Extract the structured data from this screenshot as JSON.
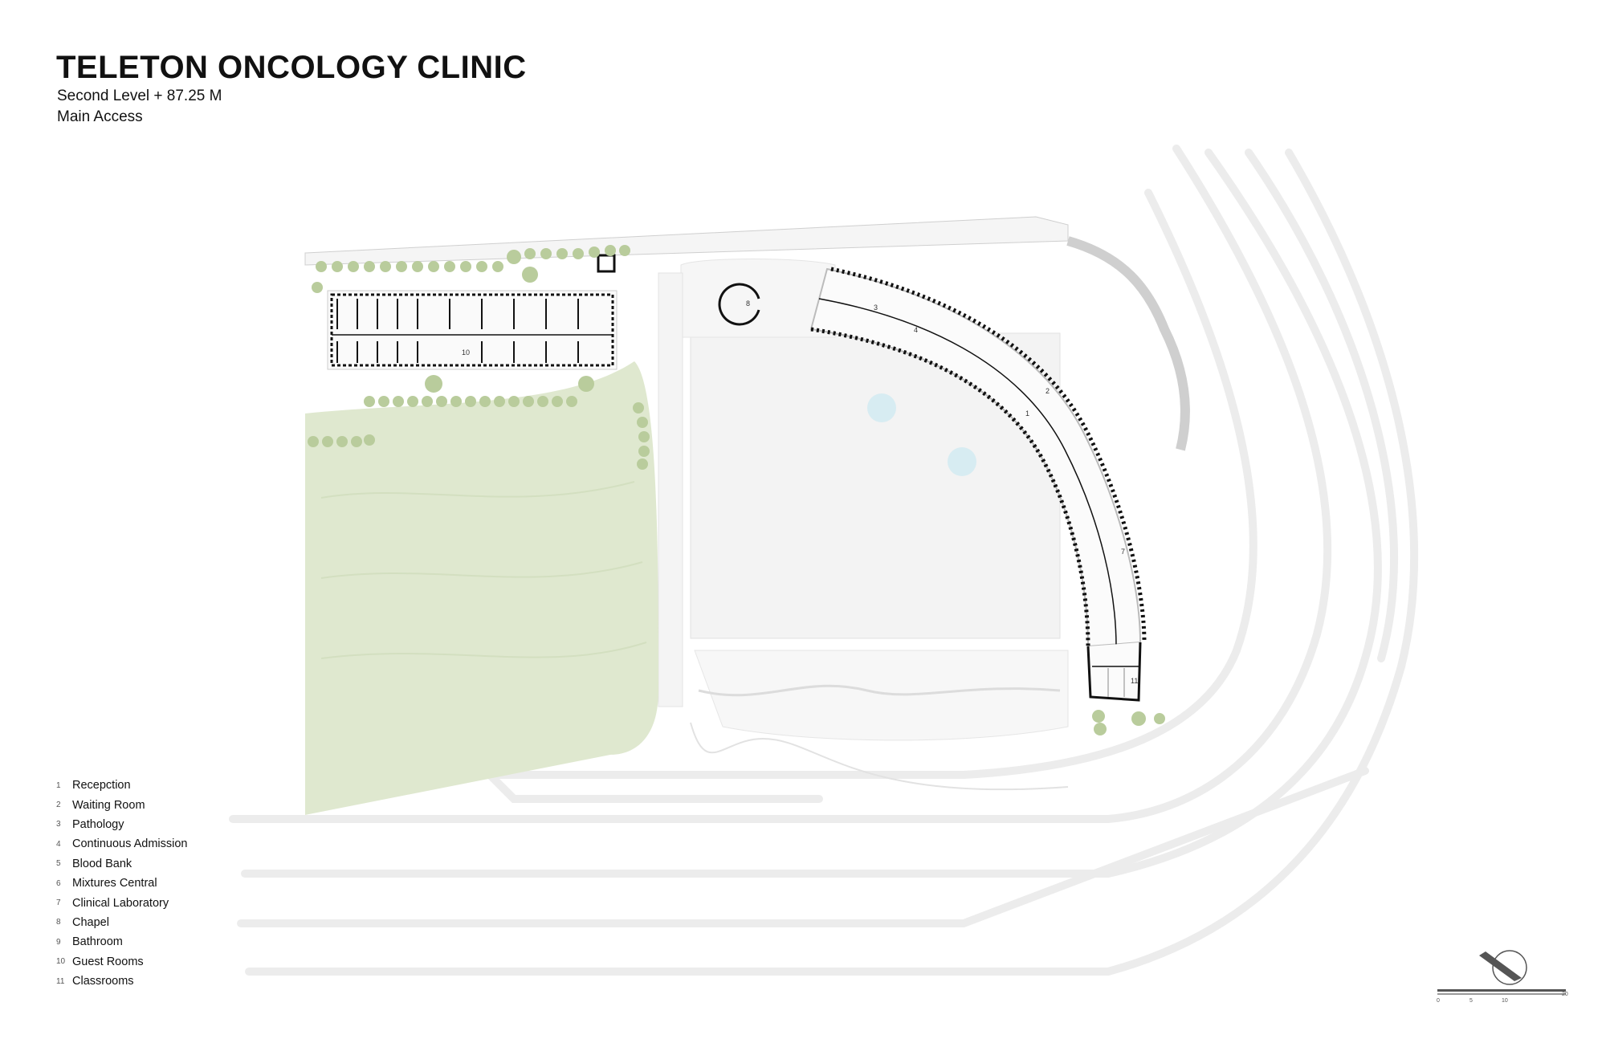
{
  "header": {
    "title": "TELETON ONCOLOGY CLINIC",
    "subtitle_level": "Second Level + 87.25 M",
    "subtitle_access": "Main Access"
  },
  "legend": [
    {
      "number": "1",
      "label": "Recepction"
    },
    {
      "number": "2",
      "label": "Waiting Room"
    },
    {
      "number": "3",
      "label": "Pathology"
    },
    {
      "number": "4",
      "label": "Continuous Admission"
    },
    {
      "number": "5",
      "label": "Blood Bank"
    },
    {
      "number": "6",
      "label": "Mixtures Central"
    },
    {
      "number": "7",
      "label": "Clinical Laboratory"
    },
    {
      "number": "8",
      "label": "Chapel"
    },
    {
      "number": "9",
      "label": "Bathroom"
    },
    {
      "number": "10",
      "label": "Guest Rooms"
    },
    {
      "number": "11",
      "label": "Classrooms"
    }
  ],
  "plan_labels": {
    "chapel": "8",
    "guest_rooms": "10",
    "classrooms": "11",
    "reception": "1",
    "waiting_room": "2",
    "pathology": "3",
    "continuous_admission": "4",
    "clinical_laboratory": "7"
  },
  "scale_bar": {
    "ticks": [
      "0",
      "5",
      "10",
      "20"
    ]
  },
  "colors": {
    "lawn": "#dfe8cf",
    "tree": "#b9cc9c",
    "wall": "#111111",
    "road": "#e9e9e9",
    "pool": "#d7ecf2"
  }
}
